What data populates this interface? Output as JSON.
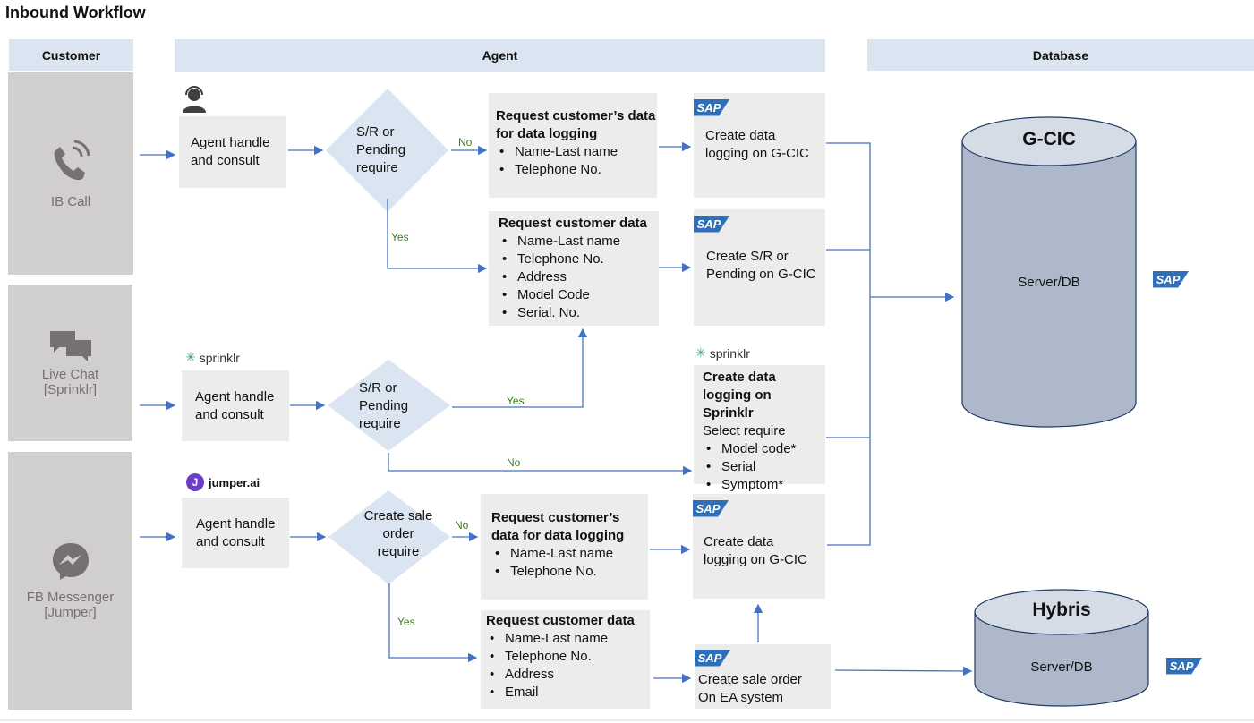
{
  "title": "Inbound Workflow",
  "lanes": {
    "customer": "Customer",
    "agent": "Agent",
    "database": "Database"
  },
  "channels": [
    {
      "label": "IB Call",
      "icon": "phone-icon"
    },
    {
      "label": "Live Chat [Sprinklr]",
      "icon": "chat-bubbles-icon"
    },
    {
      "label": "FB Messenger [Jumper]",
      "icon": "messenger-icon"
    }
  ],
  "logos": {
    "sprinklr": "sprinklr",
    "jumper": "jumper.ai",
    "sap": "SAP"
  },
  "agent_boxes": [
    "Agent handle and consult",
    "Agent handle and consult",
    "Agent handle and consult"
  ],
  "decisions": [
    "S/R or Pending require",
    "S/R or Pending require",
    "Create sale order require"
  ],
  "edge_labels": {
    "no": "No",
    "yes": "Yes"
  },
  "requests": {
    "call_no": {
      "title": "Request customer’s data for data logging",
      "items": [
        "Name-Last name",
        "Telephone No."
      ]
    },
    "call_yes": {
      "title": "Request customer data",
      "items": [
        "Name-Last name",
        "Telephone No.",
        "Address",
        "Model Code",
        "Serial. No."
      ]
    },
    "fb_no": {
      "title": "Request customer’s data for data logging",
      "items": [
        "Name-Last name",
        "Telephone No."
      ]
    },
    "fb_yes": {
      "title": "Request customer data",
      "items": [
        "Name-Last name",
        "Telephone No.",
        "Address",
        "Email"
      ]
    }
  },
  "actions": {
    "a1": "Create data logging on G-CIC",
    "a2": "Create S/R or Pending on G-CIC",
    "sprinklr": {
      "title": "Create data logging on Sprinklr",
      "subtitle": "Select require",
      "items": [
        "Model code*",
        "Serial",
        "Symptom*"
      ]
    },
    "a4": "Create data logging on G-CIC",
    "a5": "Create sale order On EA system"
  },
  "databases": {
    "gcic": {
      "name": "G-CIC",
      "type": "Server/DB"
    },
    "hybris": {
      "name": "Hybris",
      "type": "Server/DB"
    }
  },
  "colors": {
    "lane_header": "#dbe5f1",
    "customer_bg": "#d0cece",
    "box_bg": "#ececec",
    "decision": "#dbe5f1",
    "arrow": "#4472c4",
    "cylinder_body": "#adb9ca",
    "cylinder_top": "#d6dce5",
    "yes_no_label": "#3a7d22",
    "sap_blue": "#2f6fb8"
  }
}
